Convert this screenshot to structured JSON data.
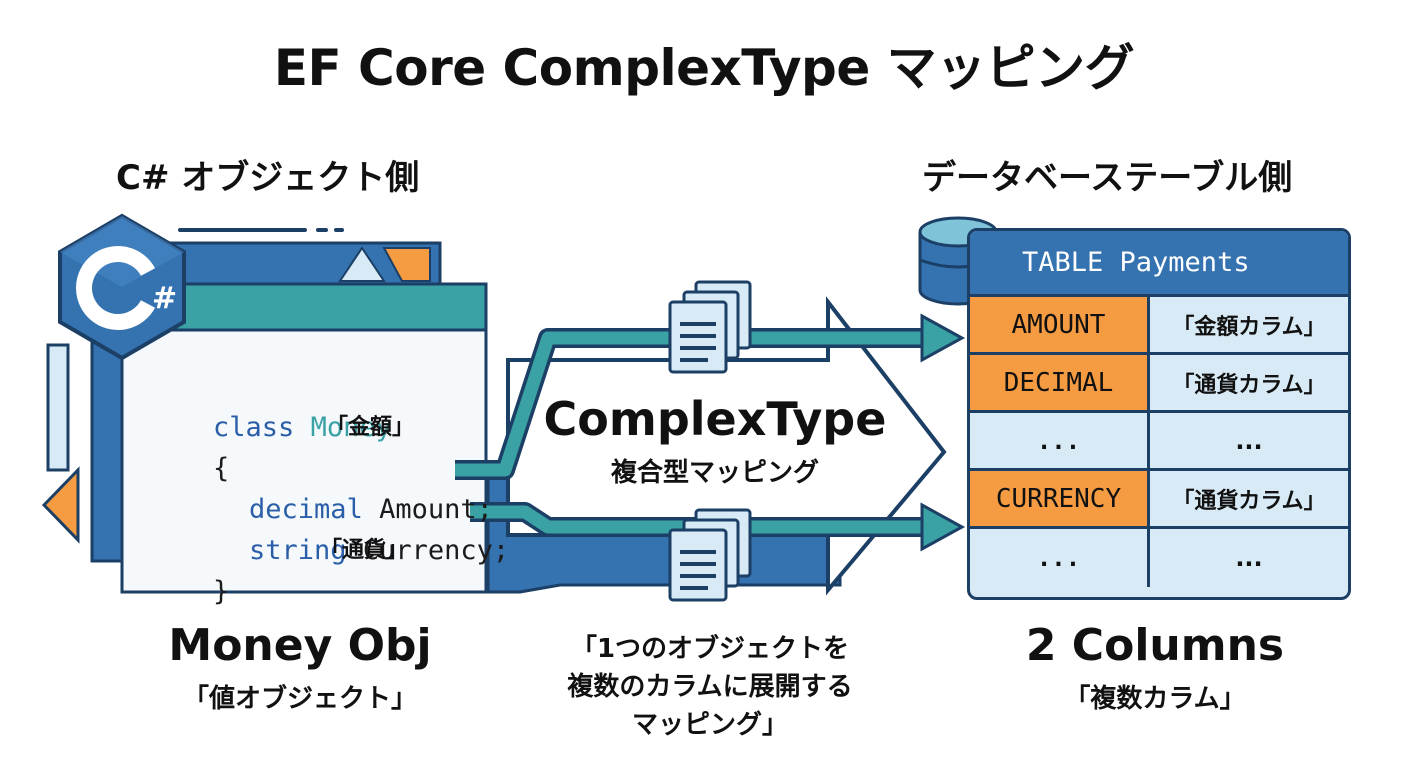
{
  "title": "EF Core ComplexType マッピング",
  "left": {
    "heading": "C# オブジェクト側",
    "logo_text": "C#",
    "code": {
      "line1_kw": "class",
      "line1_name": "Money",
      "line2_brace": "{",
      "line2_note": "「金額」",
      "line3_type": "decimal",
      "line3_ident": "Amount;",
      "line4_type": "string",
      "line4_ident": "Currency;",
      "line5_brace": "}",
      "line5_note": "「通貨」"
    },
    "caption": "Money Obj",
    "sub_caption": "「値オブジェクト」"
  },
  "middle": {
    "arrow_title": "ComplexType",
    "arrow_subtitle": "複合型マッピング",
    "note_line1": "「1つのオブジェクトを",
    "note_line2": "複数のカラムに展開する",
    "note_line3": "マッピング」"
  },
  "right": {
    "heading": "データベーステーブル側",
    "table_header": "TABLE Payments",
    "rows": [
      {
        "col": "AMOUNT",
        "desc": "「金額カラム」"
      },
      {
        "col": "DECIMAL",
        "desc": "「通貨カラム」"
      },
      {
        "col": "...",
        "desc": "..."
      },
      {
        "col": "CURRENCY",
        "desc": "「通貨カラム」"
      },
      {
        "col": "...",
        "desc": "..."
      }
    ],
    "caption": "2 Columns",
    "sub_caption": "「複数カラム」"
  },
  "colors": {
    "navy": "#1c3f66",
    "blue": "#3472b0",
    "teal": "#3aa1a4",
    "orange": "#f59b42",
    "light_blue": "#d8eaf5"
  },
  "icons": [
    "csharp-logo-icon",
    "database-icon",
    "document-stack-icon"
  ]
}
